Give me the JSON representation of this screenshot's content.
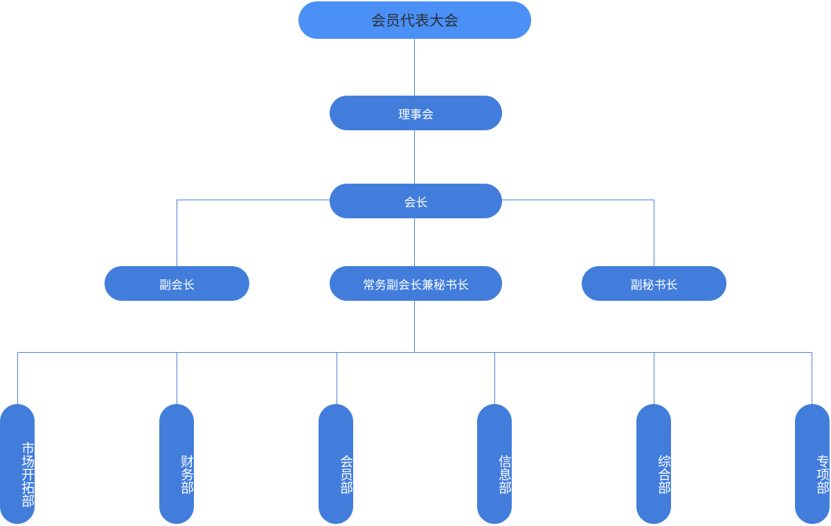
{
  "colors": {
    "line": "#4a7fd6",
    "node": "#427ddc",
    "top_node": "#4a90f5"
  },
  "nodes": {
    "assembly": "会员代表大会",
    "council": "理事会",
    "president": "会长",
    "vice_president": "副会长",
    "exec_vice_president": "常务副会长兼秘书长",
    "deputy_secretary": "副秘书长"
  },
  "departments": [
    "市场开拓部",
    "财务部",
    "会员部",
    "信息部",
    "综合部",
    "专项部"
  ]
}
